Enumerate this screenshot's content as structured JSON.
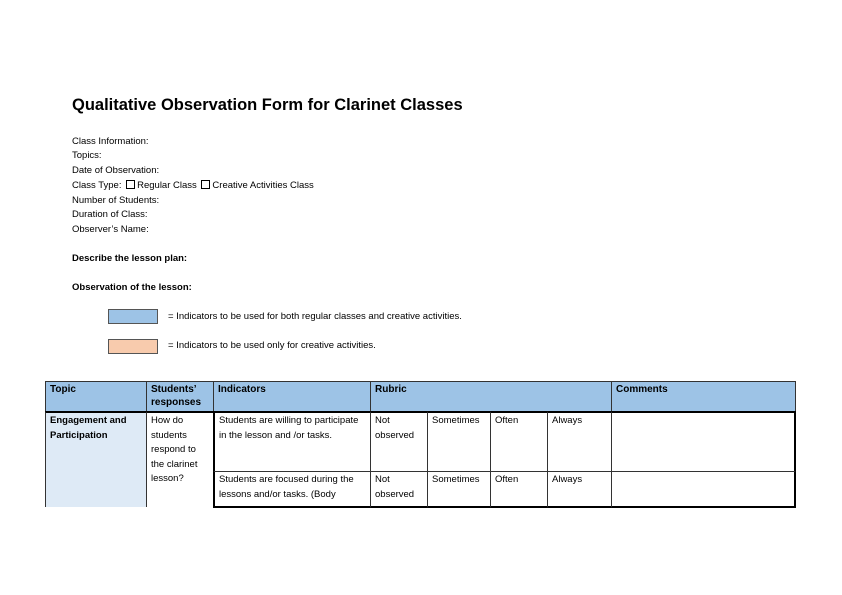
{
  "title": "Qualitative Observation Form for Clarinet Classes",
  "info": {
    "class_information": "Class Information:",
    "topics": "Topics:",
    "date": "Date of Observation:",
    "class_type_label": "Class Type:",
    "option_regular": "Regular Class",
    "option_creative": "Creative Activities Class",
    "num_students": "Number of Students:",
    "duration": "Duration of Class:",
    "observer": "Observer’s Name:"
  },
  "sections": {
    "lesson_plan": "Describe the lesson plan:",
    "observation": "Observation of the lesson:"
  },
  "legend": {
    "both": "= Indicators to be used for both regular classes and creative activities.",
    "creative": "= Indicators to be used only for creative activities.",
    "both_color": "#9dc3e6",
    "creative_color": "#f8cbad"
  },
  "table": {
    "headers": {
      "topic": "Topic",
      "responses": "Students’ responses",
      "indicators": "Indicators",
      "rubric": "Rubric",
      "comments": "Comments"
    },
    "topic": "Engagement and Participation",
    "question": "How do students respond to the clarinet lesson?",
    "rows": [
      {
        "indicator": "Students are willing to participate in the lesson and /or tasks.",
        "r1": "Not observed",
        "r2": "Sometimes",
        "r3": "Often",
        "r4": "Always"
      },
      {
        "indicator": "Students are focused during the lessons and/or tasks. (Body",
        "r1": "Not observed",
        "r2": "Sometimes",
        "r3": "Often",
        "r4": "Always"
      }
    ]
  }
}
